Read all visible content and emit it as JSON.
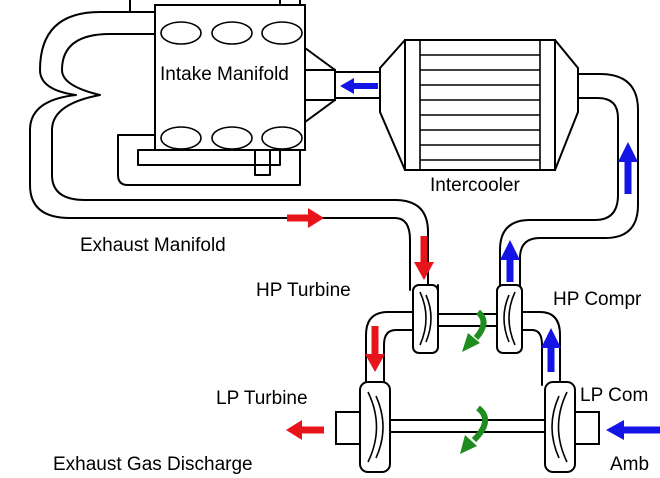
{
  "labels": {
    "intake_manifold": "Intake Manifold",
    "intercooler": "Intercooler",
    "exhaust_manifold": "Exhaust Manifold",
    "hp_turbine": "HP Turbine",
    "hp_compressor": "HP Compr",
    "lp_turbine": "LP Turbine",
    "lp_compressor": "LP Com",
    "exhaust_gas_discharge": "Exhaust Gas Discharge",
    "ambient": "Amb"
  },
  "colors": {
    "exhaust_flow": "#e8141b",
    "air_flow": "#1414e6",
    "shaft_rotation": "#1e8c1e",
    "line": "#000000"
  }
}
